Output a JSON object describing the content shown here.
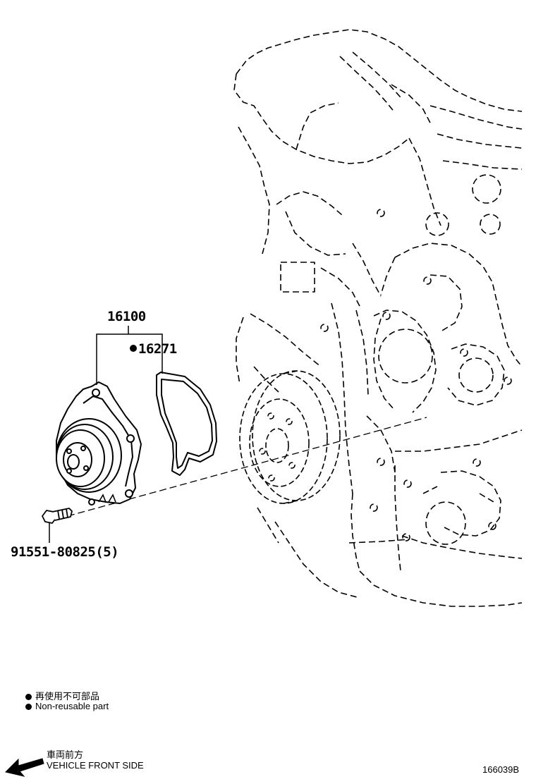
{
  "callouts": {
    "water_pump": "16100",
    "gasket": "16271",
    "bolt": "91551-80825(5)"
  },
  "legend": {
    "marker_jp": "再使用不可部品",
    "marker_en": "Non-reusable part"
  },
  "direction": {
    "label_jp": "車両前方",
    "label_en": "VEHICLE FRONT SIDE"
  },
  "figure_id": "166039B"
}
